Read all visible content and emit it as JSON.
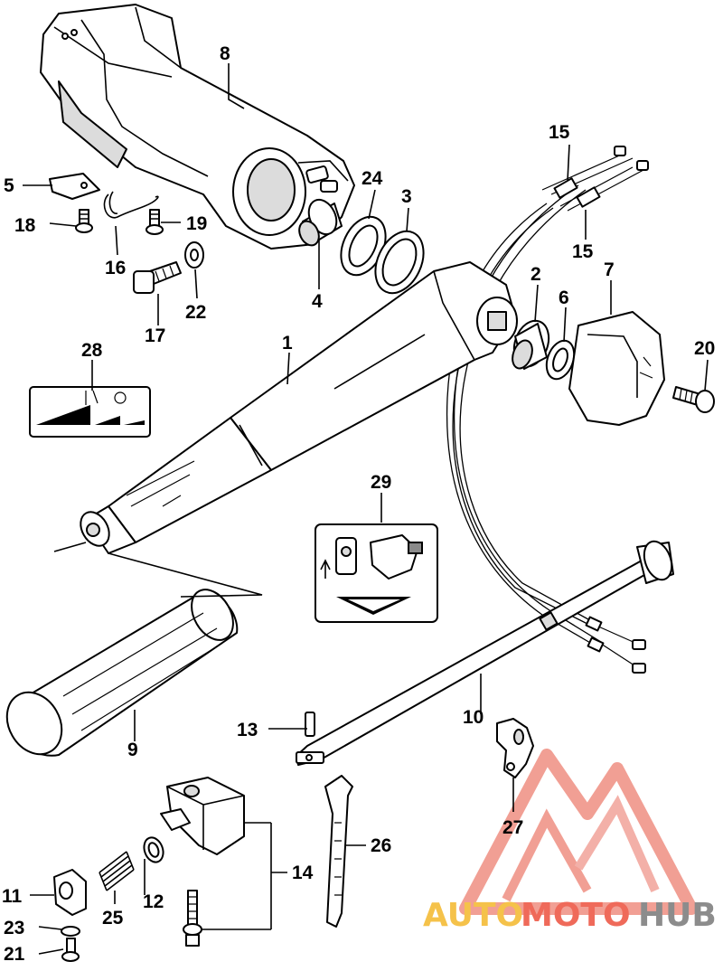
{
  "diagram": {
    "callouts": {
      "c1": "1",
      "c2": "2",
      "c3": "3",
      "c4": "4",
      "c5": "5",
      "c6": "6",
      "c7": "7",
      "c8": "8",
      "c9": "9",
      "c10": "10",
      "c11": "11",
      "c12": "12",
      "c13": "13",
      "c14": "14",
      "c15a": "15",
      "c15b": "15",
      "c16": "16",
      "c17": "17",
      "c18": "18",
      "c19": "19",
      "c20": "20",
      "c21": "21",
      "c22": "22",
      "c23": "23",
      "c24": "24",
      "c25": "25",
      "c26": "26",
      "c27": "27",
      "c28": "28",
      "c29": "29"
    }
  },
  "watermark": {
    "part1": "AUTO",
    "part2": "MOTO",
    "part3": "HUB",
    "colors": {
      "auto": "#f5c24a",
      "moto": "#ef6a5a",
      "hub": "#8c8c8c"
    }
  }
}
